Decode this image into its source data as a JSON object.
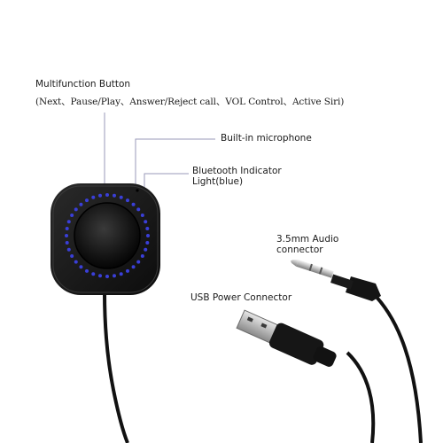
{
  "labels": {
    "multifunction_title": "Multifunction Button",
    "multifunction_desc": "(Next、Pause/Play、Answer/Reject call、VOL Control、Active Siri)",
    "microphone": "Built-in microphone",
    "bluetooth_line1": "Bluetooth Indicator",
    "bluetooth_line2": "Light(blue)",
    "audio_line1": "3.5mm Audio",
    "audio_line2": "connector",
    "usb": "USB Power Connector"
  },
  "colors": {
    "background": "#ffffff",
    "device_body": "#1b1b1b",
    "led_blue": "#3a3fd8",
    "cable": "#111111",
    "jack_metal": "#c9c9c9",
    "usb_metal": "#bfbfbf",
    "leader_line": "#9a9ab8"
  }
}
